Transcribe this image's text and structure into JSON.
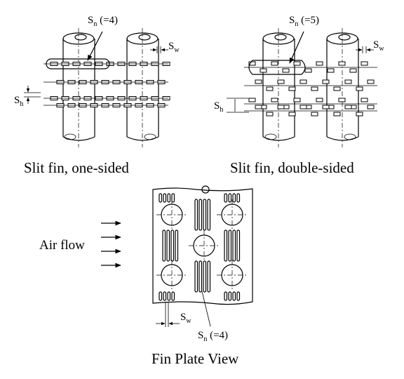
{
  "captions": {
    "one_sided": "Slit fin, one-sided",
    "double_sided": "Slit fin, double-sided",
    "fin_plate": "Fin Plate View"
  },
  "labels": {
    "air_flow": "Air flow",
    "sn_one": {
      "base": "S",
      "sub": "n",
      "suffix": " (=4)"
    },
    "sn_double": {
      "base": "S",
      "sub": "n",
      "suffix": " (=5)"
    },
    "sn_plate": {
      "base": "S",
      "sub": "n",
      "suffix": " (=4)"
    },
    "sw_one": {
      "base": "S",
      "sub": "w"
    },
    "sw_double": {
      "base": "S",
      "sub": "w"
    },
    "sw_plate": {
      "base": "S",
      "sub": "w"
    },
    "sh_one": {
      "base": "S",
      "sub": "h"
    },
    "sh_double": {
      "base": "S",
      "sub": "h"
    }
  }
}
